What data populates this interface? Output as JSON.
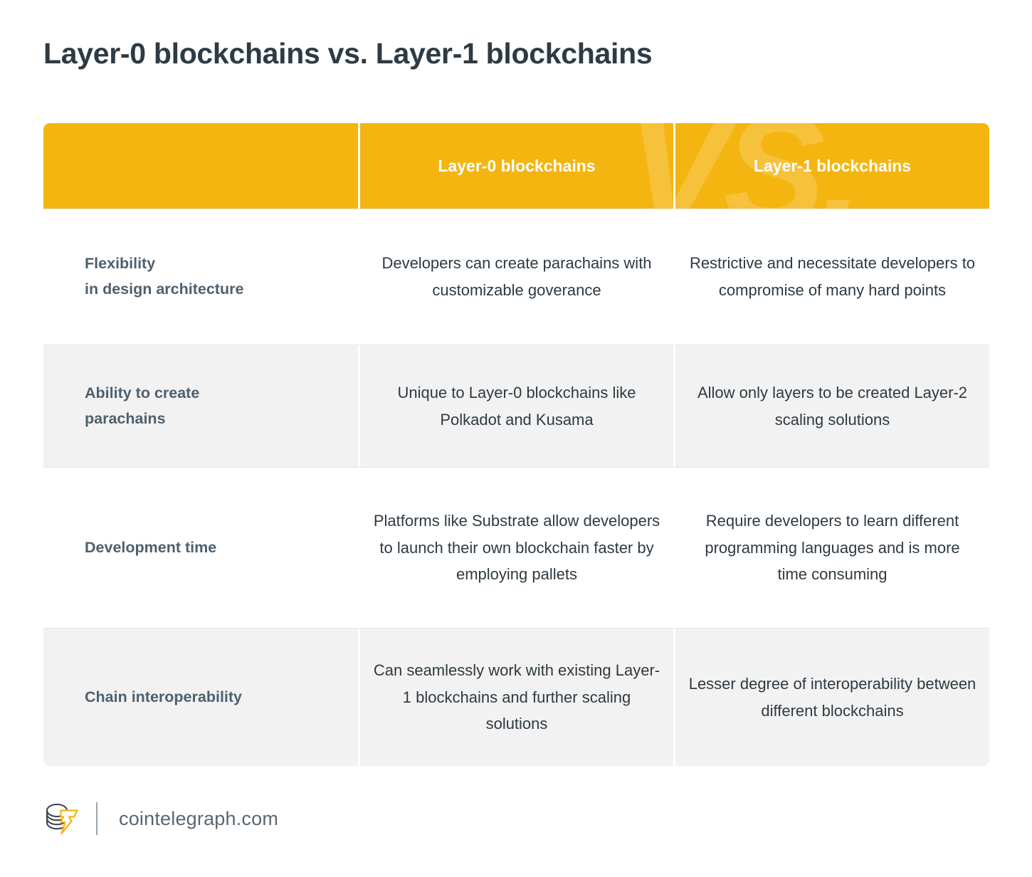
{
  "page_title": "Layer-0 blockchains vs. Layer-1 blockchains",
  "watermark": {
    "text": "VS."
  },
  "colors": {
    "header_background": "#F5B510",
    "header_text": "#FFFFFF",
    "alt_row_background": "#F2F2F2",
    "row_label_text": "#4E606E",
    "body_text": "#2E3A42",
    "title_text": "#2F3B44",
    "logo_accent": "#F5B510",
    "logo_coin": "#3C4650",
    "footer_text": "#5A6771"
  },
  "table": {
    "columns": [
      {
        "id": "criterion",
        "label": ""
      },
      {
        "id": "layer0",
        "label": "Layer-0 blockchains"
      },
      {
        "id": "layer1",
        "label": "Layer-1 blockchains"
      }
    ],
    "rows": [
      {
        "criterion": "Flexibility\nin design architecture",
        "layer0": "Developers can create parachains with customizable goverance",
        "layer1": "Restrictive and necessitate developers to compromise of many hard points",
        "shaded": false
      },
      {
        "criterion": "Ability to create\nparachains",
        "layer0": "Unique to Layer-0 blockchains like Polkadot and Kusama",
        "layer1": "Allow only layers to be created Layer-2 scaling solutions",
        "shaded": true
      },
      {
        "criterion": "Development time",
        "layer0": "Platforms like Substrate allow developers to launch their own blockchain faster by employing pallets",
        "layer1": "Require developers to learn different programming languages and is more time consuming",
        "shaded": false
      },
      {
        "criterion": "Chain interoperability",
        "layer0": "Can seamlessly work with existing Layer-1 blockchains and further scaling solutions",
        "layer1": "Lesser degree of interoperability between different blockchains",
        "shaded": true
      }
    ]
  },
  "footer": {
    "logo_name": "cointelegraph-logo-icon",
    "site": "cointelegraph.com"
  }
}
